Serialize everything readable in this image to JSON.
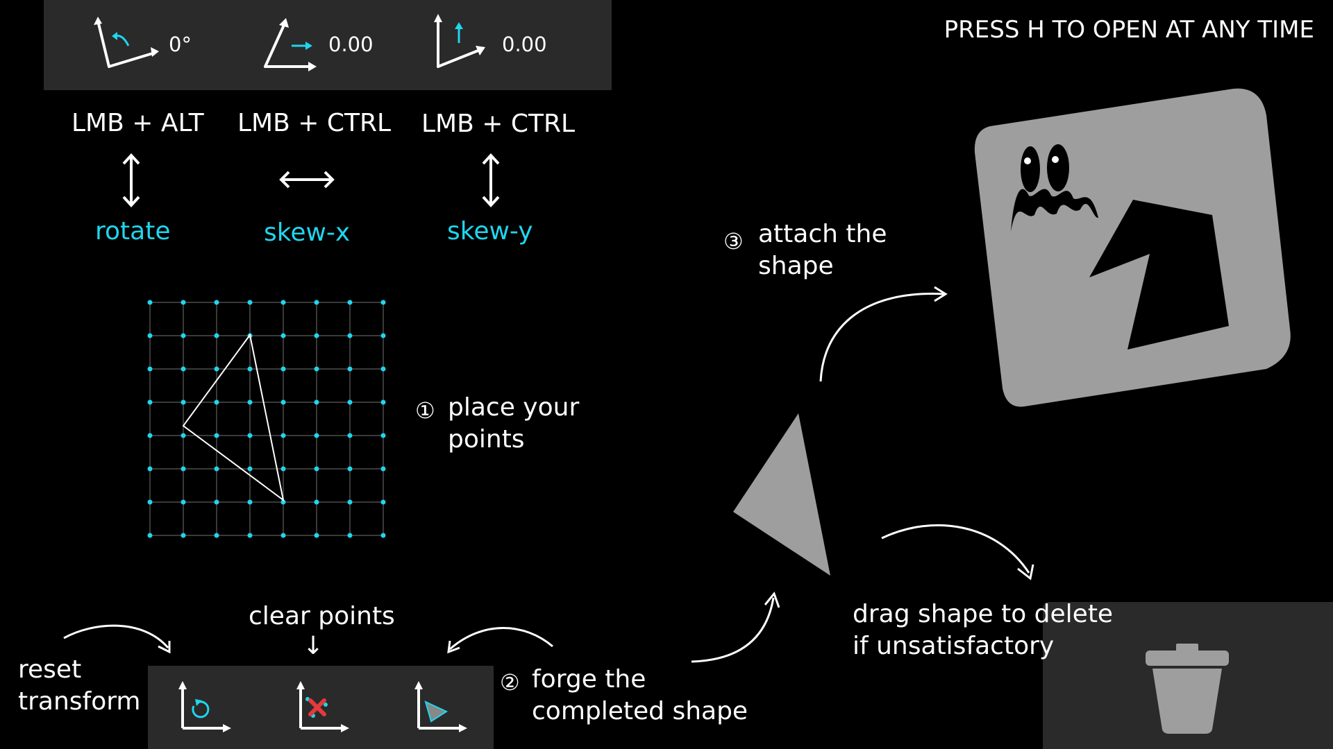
{
  "help_hint": "PRESS H TO OPEN AT ANY TIME",
  "transform_readouts": {
    "rotate_value": "0°",
    "skew_x_value": "0.00",
    "skew_y_value": "0.00"
  },
  "controls": [
    {
      "combo": "LMB + ALT",
      "action": "rotate",
      "direction": "vertical"
    },
    {
      "combo": "LMB + CTRL",
      "action": "skew-x",
      "direction": "horizontal"
    },
    {
      "combo": "LMB + CTRL",
      "action": "skew-y",
      "direction": "vertical"
    }
  ],
  "steps": {
    "step1_number": "①",
    "step1_line1": "place your",
    "step1_line2": "points",
    "step2_number": "②",
    "step2_line1": "forge the",
    "step2_line2": "completed shape",
    "step3_number": "③",
    "step3_line1": "attach the",
    "step3_line2": "shape"
  },
  "toolbar": {
    "reset_line1": "reset",
    "reset_line2": "transform",
    "clear_label": "clear points",
    "clear_arrow": "↓"
  },
  "delete_hint": {
    "line1": "drag shape to delete",
    "line2": "if unsatisfactory"
  },
  "colors": {
    "accent_cyan": "#1fd6ee",
    "panel_gray": "#2a2a2a",
    "shape_gray": "#9e9e9e",
    "error_red": "#e23b3b"
  },
  "icons": [
    "rotate-axis-icon",
    "skew-x-axis-icon",
    "skew-y-axis-icon",
    "reset-transform-icon",
    "clear-points-icon",
    "forge-shape-icon",
    "trash-icon"
  ]
}
